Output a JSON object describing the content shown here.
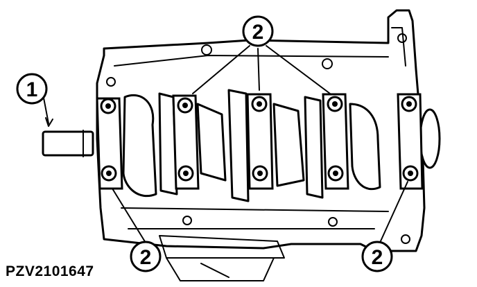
{
  "figure_id": "PZV2101647",
  "callouts": [
    {
      "label": "1"
    },
    {
      "label": "2"
    },
    {
      "label": "2"
    },
    {
      "label": "2"
    }
  ]
}
